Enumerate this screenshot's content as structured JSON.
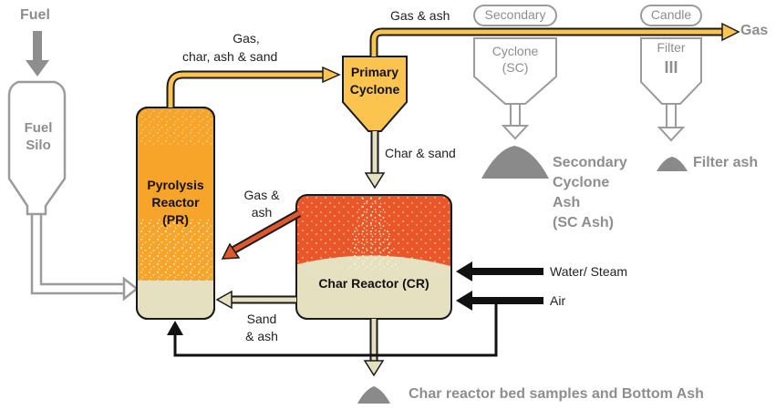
{
  "labels": {
    "fuel": "Fuel",
    "fuel_silo": [
      "Fuel",
      "Silo"
    ],
    "gas_char_ash_sand": [
      "Gas,",
      "char, ash & sand"
    ],
    "gas_ash_top": "Gas & ash",
    "gas_out": "Gas",
    "char_sand": "Char & sand",
    "gas_ash_recycle": [
      "Gas &",
      "ash"
    ],
    "sand_ash": [
      "Sand",
      "& ash"
    ],
    "water_steam": "Water/ Steam",
    "air": "Air",
    "secondary_cyclone_ash": [
      "Secondary",
      "Cyclone",
      "Ash",
      "(SC Ash)"
    ],
    "filter_ash": "Filter ash",
    "bottom_ash": "Char reactor bed samples and Bottom Ash"
  },
  "units": {
    "pyrolysis_reactor": [
      "Pyrolysis",
      "Reactor",
      "(PR)"
    ],
    "primary_cyclone": [
      "Primary",
      "Cyclone"
    ],
    "char_reactor": "Char Reactor (CR)",
    "secondary_label": "Secondary",
    "secondary_cyclone": [
      "Cyclone",
      "(SC)"
    ],
    "candle_label": "Candle",
    "candle_filter": "Filter",
    "filter_mark": "III"
  },
  "colors": {
    "pyrolysis_fill": "#f7a42a",
    "cyclone_fill": "#fbc44e",
    "char_reactor_fill": "#e9562a",
    "bed_fill": "#e5e0c0",
    "grey_unit": "#9b9b9b",
    "ash_pile": "#8a8a8a",
    "recycle_arrow": "#e0572b"
  }
}
